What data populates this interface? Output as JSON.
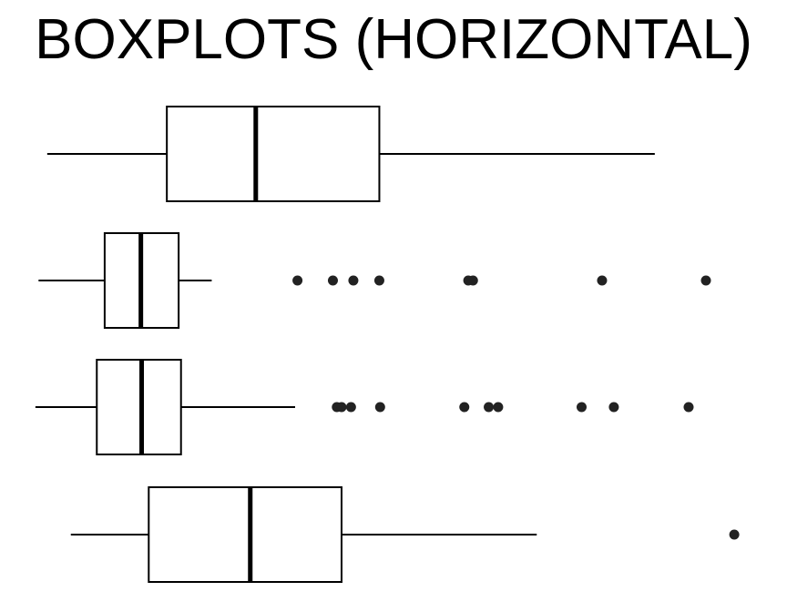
{
  "chart_data": {
    "type": "boxplot",
    "orientation": "horizontal",
    "title": "BOXPLOTS (HORIZONTAL)",
    "axes_visible": false,
    "grid": false,
    "xlim": [
      0,
      100
    ],
    "series": [
      {
        "whisker_low": 6.0,
        "q1": 21.2,
        "median": 32.5,
        "q3": 48.2,
        "whisker_high": 83.2,
        "outliers": []
      },
      {
        "whisker_low": 4.9,
        "q1": 13.3,
        "median": 17.9,
        "q3": 22.7,
        "whisker_high": 26.9,
        "outliers": [
          37.8,
          42.3,
          44.9,
          48.2,
          59.5,
          60.1,
          76.5,
          89.7
        ]
      },
      {
        "whisker_low": 4.5,
        "q1": 12.3,
        "median": 18.0,
        "q3": 23.0,
        "whisker_high": 37.5,
        "outliers": [
          42.8,
          43.4,
          44.6,
          48.3,
          59.0,
          62.1,
          63.3,
          73.9,
          78.0,
          87.5
        ]
      },
      {
        "whisker_low": 9.0,
        "q1": 18.9,
        "median": 31.8,
        "q3": 43.4,
        "whisker_high": 68.2,
        "outliers": [
          93.3
        ]
      }
    ],
    "colors": {
      "line": "#000000",
      "box_fill": "#ffffff",
      "outlier": "#222222"
    }
  }
}
